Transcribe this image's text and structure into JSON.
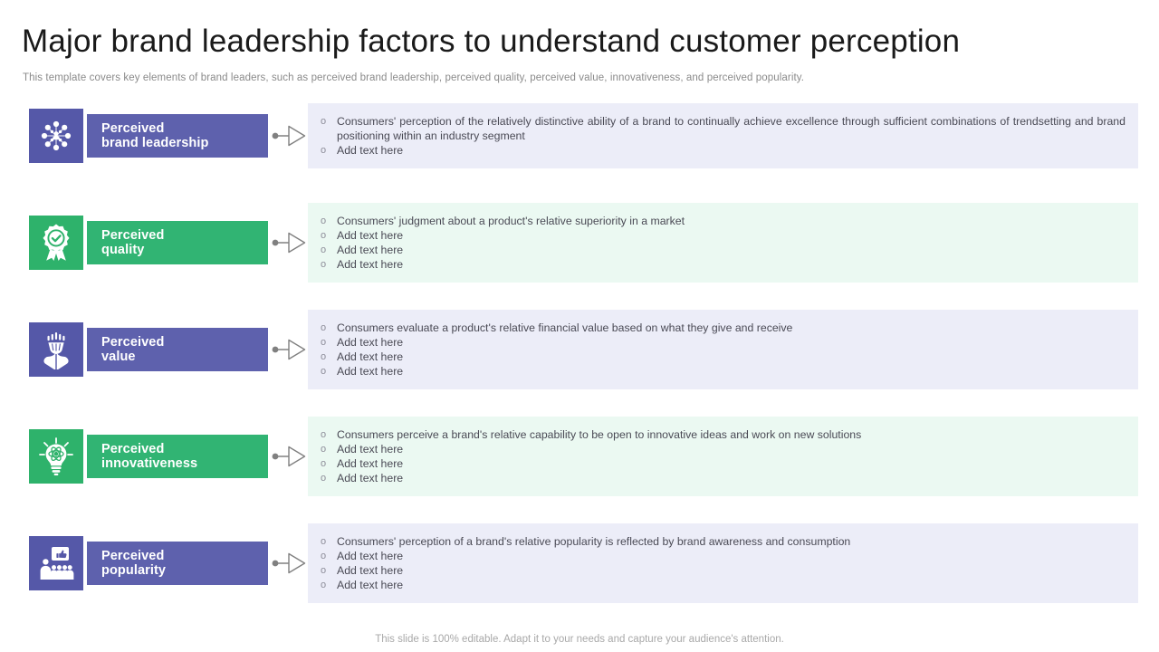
{
  "slide": {
    "title": "Major brand leadership factors to understand customer perception",
    "subtitle": "This template covers key elements of brand leaders, such as perceived brand leadership, perceived quality, perceived value, innovativeness, and perceived popularity.",
    "footer": "This slide is 100% editable. Adapt it to your needs and capture your audience's attention.",
    "bullet_marker": "o"
  },
  "theme": {
    "purple_solid": "#5558A8",
    "purple_bar": "#5E61AD",
    "green_solid": "#2EB26B",
    "green_bar": "#31B473",
    "panel_purple_bg": "#ECEDF8",
    "panel_green_bg": "#EBF9F2",
    "title_color": "#1a1a1a",
    "subtitle_color": "#8a8a8a",
    "body_color": "#4a4a55",
    "footer_color": "#a8a8a8",
    "connector_color": "#808080"
  },
  "rows": [
    {
      "icon": "network-hub-icon",
      "label_line1": "Perceived",
      "label_line2": "brand leadership",
      "accent": "purple",
      "bullets": [
        "Consumers' perception of the relatively distinctive ability of a brand to continually achieve excellence through sufficient combinations of trendsetting and brand positioning within an industry segment",
        "Add text here"
      ]
    },
    {
      "icon": "award-ribbon-check-icon",
      "label_line1": "Perceived",
      "label_line2": "quality",
      "accent": "green",
      "bullets": [
        "Consumers' judgment about a product's relative superiority in a market",
        "Add text here",
        "Add text here",
        "Add text here"
      ]
    },
    {
      "icon": "hands-holding-value-icon",
      "label_line1": "Perceived",
      "label_line2": "value",
      "accent": "purple",
      "bullets": [
        "Consumers evaluate a product's relative financial value based on what they give and receive",
        "Add text here",
        "Add text here",
        "Add text here"
      ]
    },
    {
      "icon": "lightbulb-innovation-icon",
      "label_line1": "Perceived",
      "label_line2": "innovativeness",
      "accent": "green",
      "bullets": [
        "Consumers perceive a brand's relative capability to be open to innovative ideas and work on new solutions",
        "Add text here",
        "Add text here",
        "Add text here"
      ]
    },
    {
      "icon": "audience-thumbs-up-icon",
      "label_line1": "Perceived",
      "label_line2": "popularity",
      "accent": "purple",
      "bullets": [
        "Consumers' perception of a brand's relative popularity is reflected by brand awareness and consumption",
        "Add text here",
        "Add text here",
        "Add text here"
      ]
    }
  ]
}
